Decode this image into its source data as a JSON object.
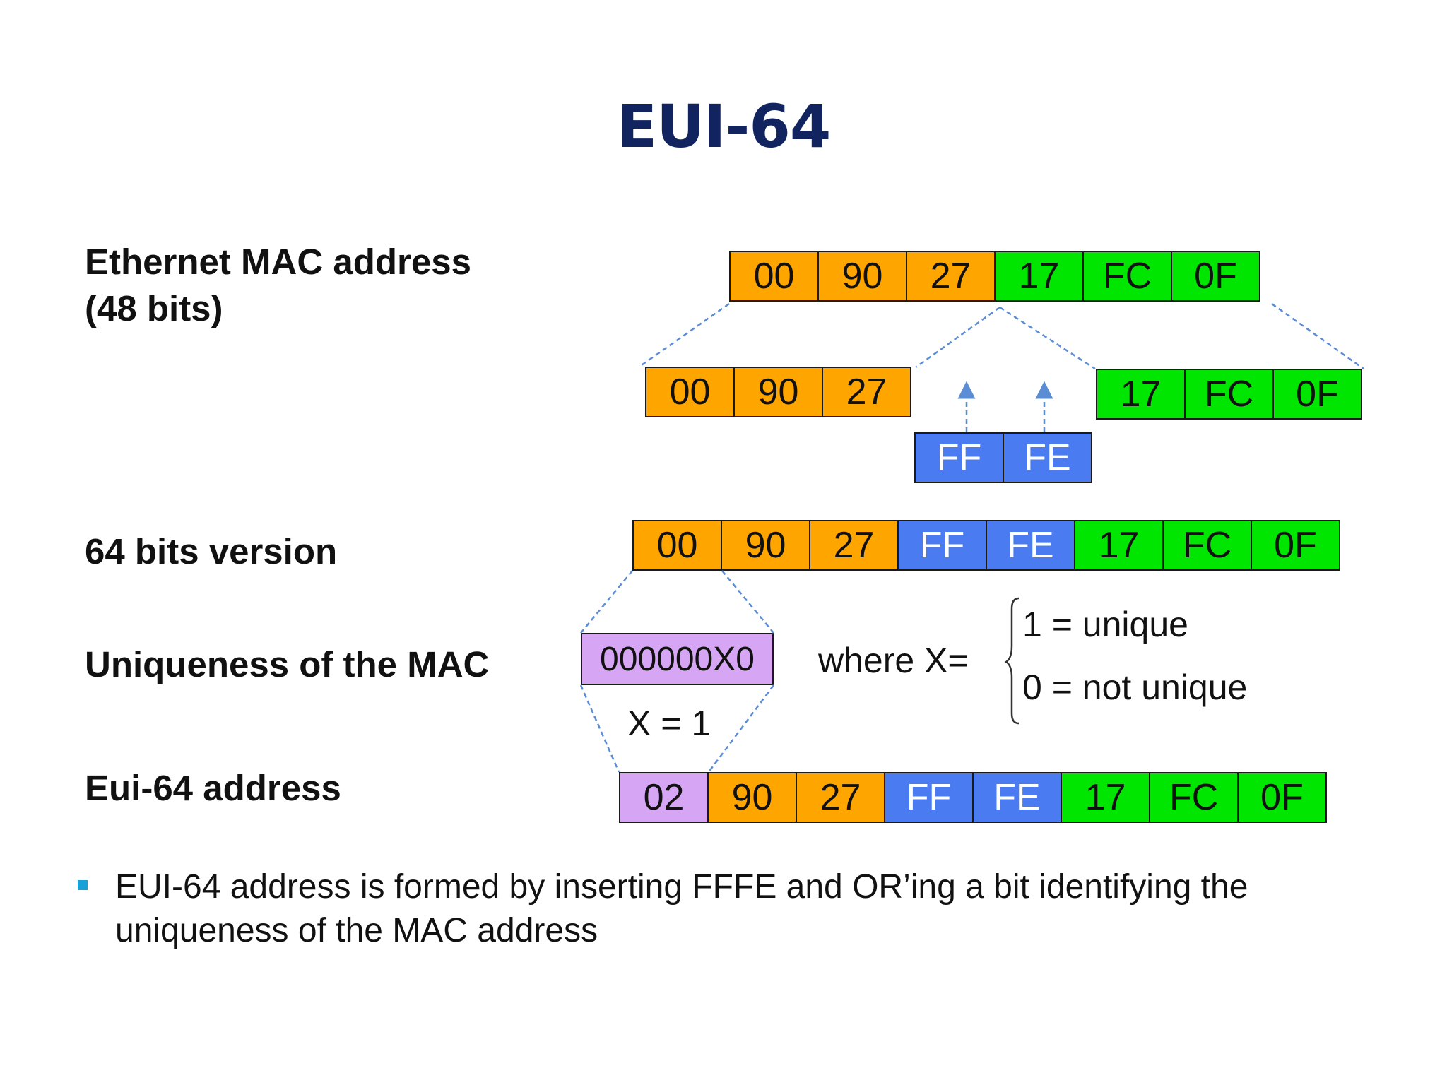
{
  "title": "EUI-64",
  "labels": {
    "mac": "Ethernet MAC address\n(48 bits)",
    "v64": "64 bits version",
    "uniq": "Uniqueness of the MAC",
    "eui": "Eui-64 address"
  },
  "mac_row": [
    "00",
    "90",
    "27",
    "17",
    "FC",
    "0F"
  ],
  "split_left": [
    "00",
    "90",
    "27"
  ],
  "split_right": [
    "17",
    "FC",
    "0F"
  ],
  "insert": [
    "FF",
    "FE"
  ],
  "v64_row": [
    "00",
    "90",
    "27",
    "FF",
    "FE",
    "17",
    "FC",
    "0F"
  ],
  "bits_box": "000000X0",
  "x_eq": "X = 1",
  "where": "where X=",
  "options": [
    "1 = unique",
    "0 = not unique"
  ],
  "eui_row": [
    "02",
    "90",
    "27",
    "FF",
    "FE",
    "17",
    "FC",
    "0F"
  ],
  "bullet": "EUI-64 address is formed by inserting FFFE and OR’ing a bit identifying the uniqueness of the MAC address",
  "colors": {
    "title": "#122460",
    "orange": "#ffa500",
    "green": "#00e600",
    "blue": "#4a7bf0",
    "purple": "#d6a6f5",
    "bullet": "#1aa0d8",
    "dashed_line": "#5b8cd6"
  }
}
